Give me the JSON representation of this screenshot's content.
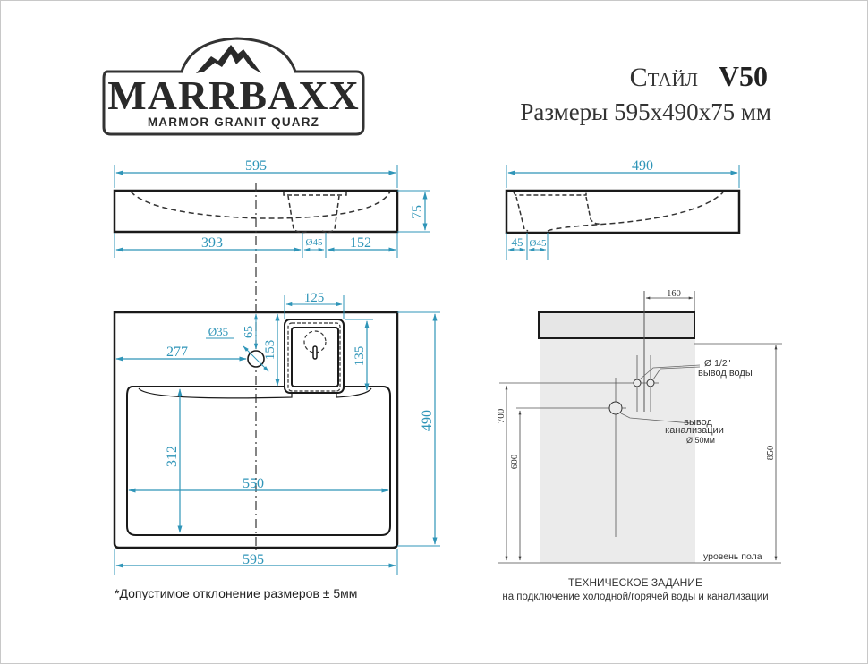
{
  "brand": {
    "name": "MARRBAXX",
    "tagline": "MARMOR GRANIT QUARZ"
  },
  "header": {
    "model_prefix": "Стайл",
    "model_code": "V50",
    "dimensions_line": "Размеры 595x490x75 мм"
  },
  "colors": {
    "dimension": "#2f95b8",
    "outline": "#1a1a1a",
    "wall": "#ebebeb",
    "note_lines": "#666666"
  },
  "front_view": {
    "width": "595",
    "height": "75",
    "left_offset": "393",
    "drain_diameter": "Ø45",
    "right_offset": "152"
  },
  "side_view": {
    "depth": "490",
    "drain_offset": "45",
    "drain_diameter": "Ø45"
  },
  "top_view": {
    "overflow_width": "125",
    "tap_hole_diameter": "Ø35",
    "tap_hole_from_edge": "65",
    "tap_hole_left": "277",
    "overflow_depth_outer": "153",
    "overflow_depth_inner": "135",
    "total_depth": "490",
    "bowl_depth": "312",
    "bowl_width": "550",
    "total_width": "595"
  },
  "installation": {
    "offset_160": "160",
    "water_label_1": "Ø 1/2\"",
    "water_label_2": "вывод воды",
    "drain_label_1": "вывод",
    "drain_label_2": "канализации",
    "drain_label_3": "Ø 50мм",
    "height_700": "700",
    "height_600": "600",
    "height_850": "850",
    "floor_label": "уровень пола",
    "title": "ТЕХНИЧЕСКОЕ ЗАДАНИЕ",
    "subtitle": "на подключение холодной/горячей воды и канализации"
  },
  "footnote": "*Допустимое отклонение размеров ± 5мм"
}
